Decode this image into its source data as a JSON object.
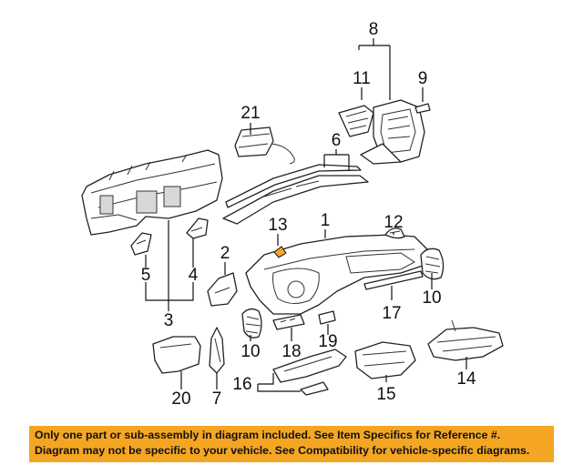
{
  "callouts": {
    "c1": "1",
    "c2": "2",
    "c3": "3",
    "c4": "4",
    "c5": "5",
    "c6": "6",
    "c7": "7",
    "c8": "8",
    "c9": "9",
    "c10a": "10",
    "c10b": "10",
    "c11": "11",
    "c12": "12",
    "c13": "13",
    "c14": "14",
    "c15": "15",
    "c16": "16",
    "c17": "17",
    "c18": "18",
    "c19": "19",
    "c20": "20",
    "c21": "21"
  },
  "notice": {
    "line1": "Only one part or sub-assembly in diagram included. See Item Specifics for Reference #.",
    "line2": "Diagram may not be specific to your vehicle. See Compatibility for vehicle-specific diagrams."
  },
  "colors": {
    "notice_background": "#f4a623",
    "part_highlight": "#f4a623"
  }
}
